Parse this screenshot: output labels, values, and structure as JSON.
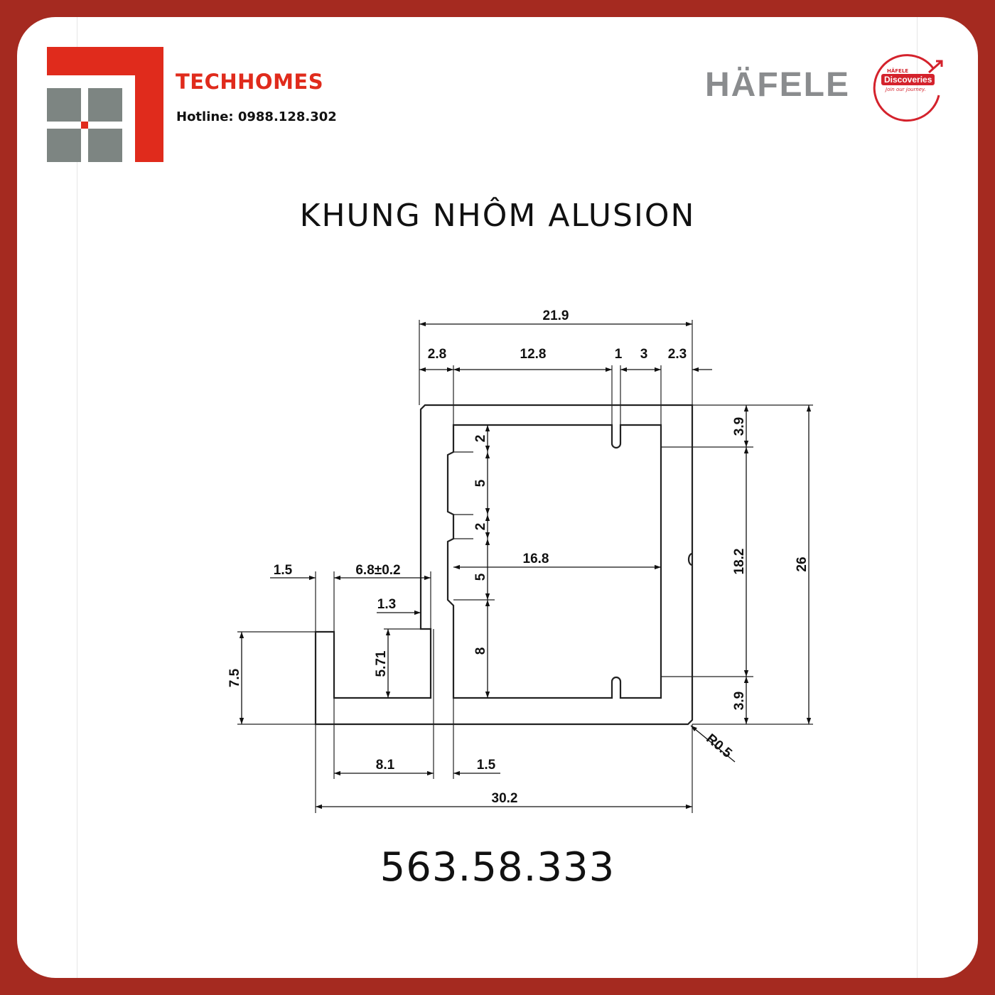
{
  "header": {
    "brand": "TECHHOMES",
    "hotline": "Hotline: 0988.128.302",
    "partner_logo": "HÄFELE",
    "badge_brand": "HÄFELE",
    "badge_title": "Discoveries",
    "badge_subtitle": "Join our journey."
  },
  "title": "KHUNG NHÔM ALUSION",
  "product_code": "563.58.333",
  "colors": {
    "frame": "#a52a20",
    "brand_red": "#e02b1c",
    "logo_grey": "#7d8582",
    "hafele_grey": "#8a8c8e",
    "badge_red": "#d4222c"
  },
  "dimensions": {
    "top_total": "21.9",
    "top_2_8": "2.8",
    "top_12_8": "12.8",
    "top_1": "1",
    "top_3": "3",
    "top_2_3": "2.3",
    "right_3_9_top": "3.9",
    "right_18_2": "18.2",
    "right_26": "26",
    "right_3_9_bottom": "3.9",
    "radius": "R0.5",
    "left_2_a": "2",
    "left_5_a": "5",
    "left_2_b": "2",
    "left_5_b": "5",
    "left_8": "8",
    "inner_16_8": "16.8",
    "flange_1_5": "1.5",
    "flange_6_8": "6.8±0.2",
    "flange_1_3": "1.3",
    "flange_5_71": "5.71",
    "height_7_5": "7.5",
    "bottom_8_1": "8.1",
    "bottom_1_5": "1.5",
    "bottom_30_2": "30.2"
  }
}
